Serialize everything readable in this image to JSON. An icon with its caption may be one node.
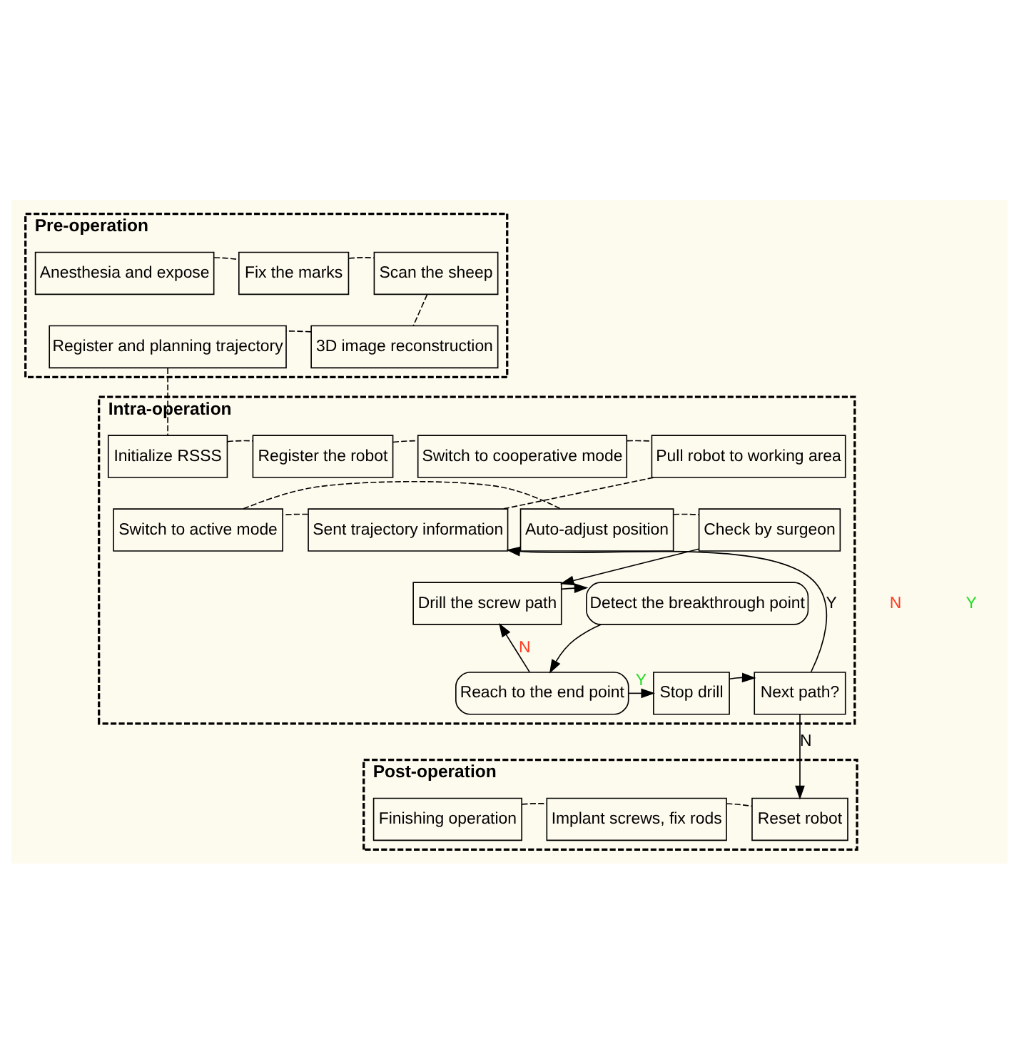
{
  "diagram": {
    "nodes": [
      {
        "text": [
          "Pre-operation"
        ]
      },
      {
        "text": [
          "Anesthesia and expose"
        ],
        "in": 0
      },
      {
        "text": [
          "Fix the marks"
        ],
        "in": 0
      },
      {
        "text": [
          "Scan the sheep"
        ],
        "in": 0
      },
      {
        "text": [
          "Register and planning trajectory"
        ],
        "in": 0
      },
      {
        "text": [
          "3D image reconstruction"
        ],
        "in": 0
      },
      {
        "text": [
          "Intra-operation"
        ]
      },
      {
        "text": [
          "Initialize RSSS"
        ],
        "in": 6
      },
      {
        "text": [
          "Register the robot"
        ],
        "in": 6
      },
      {
        "text": [
          "Switch to cooperative mode"
        ],
        "in": 6
      },
      {
        "text": [
          "Pull robot to working area"
        ],
        "in": 6
      },
      {
        "text": [
          "Check by surgeon"
        ],
        "in": 6
      },
      {
        "text": [
          "Auto-adjust position"
        ],
        "in": 6
      },
      {
        "text": [
          "Switch to active mode"
        ],
        "in": 6
      },
      {
        "text": [
          "Sent trajectory information"
        ],
        "in": 6
      },
      {
        "text": [
          "Drill the screw path"
        ],
        "in": 6
      },
      {
        "text": [
          "Detect the breakthrough point"
        ],
        "in": 6
      },
      {
        "text": [
          "Reach to the end point"
        ],
        "in": 6
      },
      {
        "text": [
          "Stop drill"
        ],
        "in": 6
      },
      {
        "text": [
          "Next path?"
        ],
        "in": 6
      },
      {
        "text": [
          "Post-operation"
        ]
      },
      {
        "text": [
          "Finishing operation"
        ],
        "in": 20
      },
      {
        "text": [
          "Implant screws, fix rods"
        ],
        "in": 20
      },
      {
        "text": [
          "Reset robot"
        ],
        "in": 20
      }
    ],
    "edges": [
      {
        "from": 1,
        "to": 2,
        "arrow": "none",
        "style": "dashed"
      },
      {
        "from": 2,
        "to": 3,
        "arrow": "none",
        "style": "dashed"
      },
      {
        "from": 3,
        "to": 5,
        "arrow": "none",
        "style": "dashed"
      },
      {
        "from": 5,
        "to": 4,
        "arrow": "none",
        "style": "dashed"
      },
      {
        "from": 4,
        "to": 7,
        "arrow": "none",
        "style": "dashed"
      },
      {
        "from": 7,
        "to": 8,
        "arrow": "none",
        "style": "dashed"
      },
      {
        "from": 8,
        "to": 9,
        "arrow": "none",
        "style": "dashed"
      },
      {
        "from": 9,
        "to": 10,
        "arrow": "none",
        "style": "dashed"
      },
      {
        "from": 10,
        "to": 14,
        "arrow": "none",
        "style": "dashed"
      },
      {
        "from": 14,
        "to": 13,
        "arrow": "none",
        "style": "dashed"
      },
      {
        "from": 13,
        "to": 12,
        "arrow": "none",
        "style": "dashed"
      },
      {
        "from": 12,
        "to": 11,
        "arrow": "none",
        "style": "dashed"
      },
      {
        "from": 11,
        "to": 15,
        "arrow": "to"
      },
      {
        "from": 15,
        "to": 16,
        "arrow": "to"
      },
      {
        "from": 16,
        "to": 17,
        "arrow": "to"
      },
      {
        "from": 17,
        "to": 15,
        "arrow": "to",
        "label": "N"
      },
      {
        "from": 17,
        "to": 18,
        "arrow": "to",
        "label": "Y"
      },
      {
        "from": 18,
        "to": 19,
        "arrow": "to"
      },
      {
        "from": 19,
        "to": 14,
        "arrow": "to",
        "label": "Y"
      },
      {
        "from": 19,
        "to": 23,
        "arrow": "to",
        "label": "N"
      },
      {
        "from": 21,
        "to": 22,
        "arrow": "none",
        "style": "dashed"
      },
      {
        "from": 22,
        "to": 23,
        "arrow": "none",
        "style": "dashed"
      }
    ],
    "labels": [
      "N",
      "Y"
    ]
  }
}
